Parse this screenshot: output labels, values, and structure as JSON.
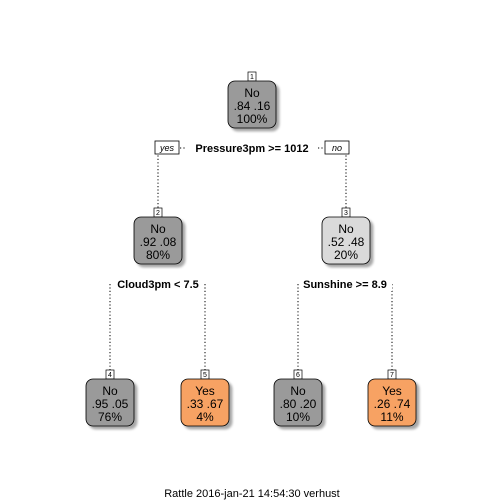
{
  "tree": {
    "nodes": [
      {
        "id": "1",
        "label": "No",
        "probs": ".84  .16",
        "pct": "100%",
        "fill": "#9a9a9a"
      },
      {
        "id": "2",
        "label": "No",
        "probs": ".92  .08",
        "pct": "80%",
        "fill": "#9a9a9a"
      },
      {
        "id": "3",
        "label": "No",
        "probs": ".52  .48",
        "pct": "20%",
        "fill": "#dadada"
      },
      {
        "id": "4",
        "label": "No",
        "probs": ".95  .05",
        "pct": "76%",
        "fill": "#9a9a9a"
      },
      {
        "id": "5",
        "label": "Yes",
        "probs": ".33  .67",
        "pct": "4%",
        "fill": "#f7a264"
      },
      {
        "id": "6",
        "label": "No",
        "probs": ".80  .20",
        "pct": "10%",
        "fill": "#9a9a9a"
      },
      {
        "id": "7",
        "label": "Yes",
        "probs": ".26  .74",
        "pct": "11%",
        "fill": "#f7a264"
      }
    ],
    "splits": {
      "root": "Pressure3pm >= 1012",
      "left": "Cloud3pm < 7.5",
      "right": "Sunshine >= 8.9"
    },
    "branch_yes": "yes",
    "branch_no": "no"
  },
  "footer": "Rattle 2016-jan-21 14:54:30 verhust"
}
